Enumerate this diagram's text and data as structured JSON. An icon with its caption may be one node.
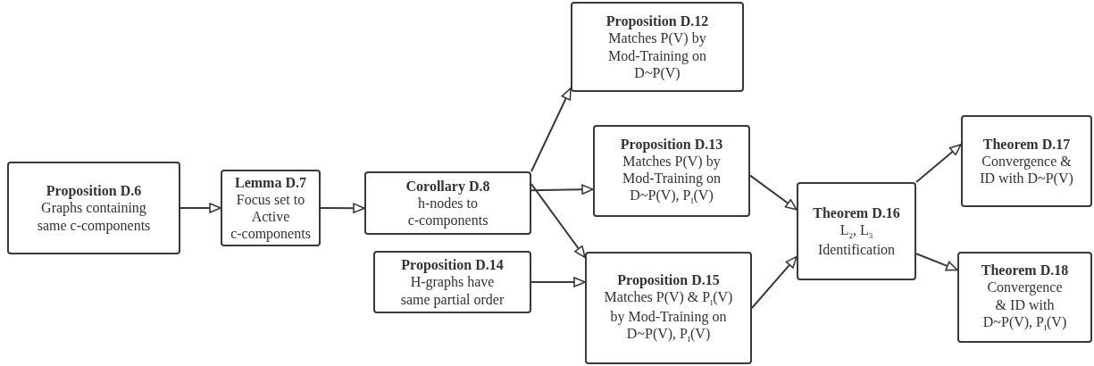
{
  "diagram": {
    "nodes": [
      {
        "text": [
          "Proposition D.6",
          "Graphs containing same c-components"
        ]
      },
      {
        "text": [
          "Lemma D.7",
          "Focus set to Active c-components"
        ]
      },
      {
        "text": [
          "Corollary D.8",
          "h-nodes to c-components"
        ]
      },
      {
        "text": [
          "Proposition D.12",
          "Matches P(V) by Mod-Training on D~P(V)"
        ]
      },
      {
        "text": [
          "Proposition D.13",
          "Matches P(V) by Mod-Training on D~P(V), P$_{I}$(V)"
        ]
      },
      {
        "text": [
          "Proposition D.14",
          "H-graphs have same partial order"
        ]
      },
      {
        "text": [
          "Proposition D.15",
          "Matches P(V) & P$_{I}$(V) by Mod-Training on D~P(V), P$_{I}$(V)"
        ]
      },
      {
        "text": [
          "Theorem D.16",
          "L$_{2}$, L$_{3}$ Identification"
        ]
      },
      {
        "text": [
          "Theorem D.17",
          "Convergence & ID with D~P(V)"
        ]
      },
      {
        "text": [
          "Theorem D.18",
          "Convergence & ID with D~P(V), P$_{I}$(V)"
        ]
      }
    ],
    "edges": [
      {
        "from": 0,
        "to": 1,
        "arrow": "to"
      },
      {
        "from": 1,
        "to": 2,
        "arrow": "to"
      },
      {
        "from": 2,
        "to": 3,
        "arrow": "to"
      },
      {
        "from": 2,
        "to": 4,
        "arrow": "to"
      },
      {
        "from": 2,
        "to": 6,
        "arrow": "to"
      },
      {
        "from": 5,
        "to": 6,
        "arrow": "to"
      },
      {
        "from": 4,
        "to": 7,
        "arrow": "to"
      },
      {
        "from": 6,
        "to": 7,
        "arrow": "to"
      },
      {
        "from": 7,
        "to": 8,
        "arrow": "to"
      },
      {
        "from": 7,
        "to": 9,
        "arrow": "to"
      }
    ]
  }
}
